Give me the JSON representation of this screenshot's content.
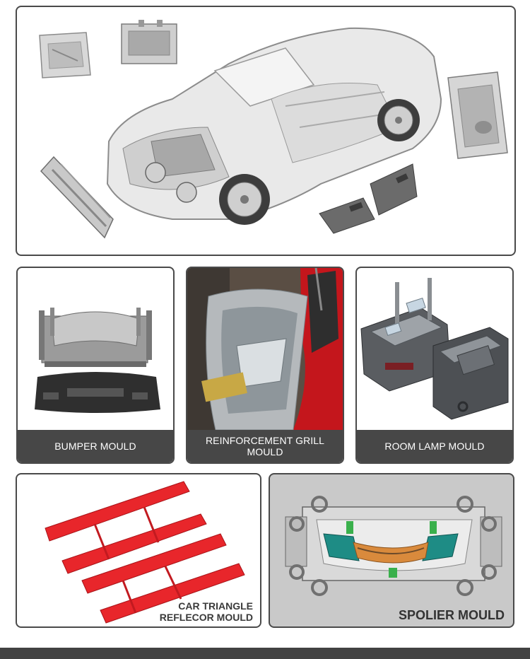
{
  "captions": {
    "bumper": "BUMPER MOULD",
    "grill": "REINFORCEMENT GRILL MOULD",
    "room_lamp": "ROOM LAMP MOULD",
    "triangle_line1": "CAR TRIANGLE",
    "triangle_line2": "REFLECOR MOULD",
    "spoiler": "SPOLIER MOULD"
  },
  "colors": {
    "frame_border": "#4a4a4a",
    "caption_bg": "#474747",
    "reflector_red": "#e8262b",
    "spoiler_teal": "#1e8c85",
    "spoiler_orange": "#d98a3c"
  }
}
